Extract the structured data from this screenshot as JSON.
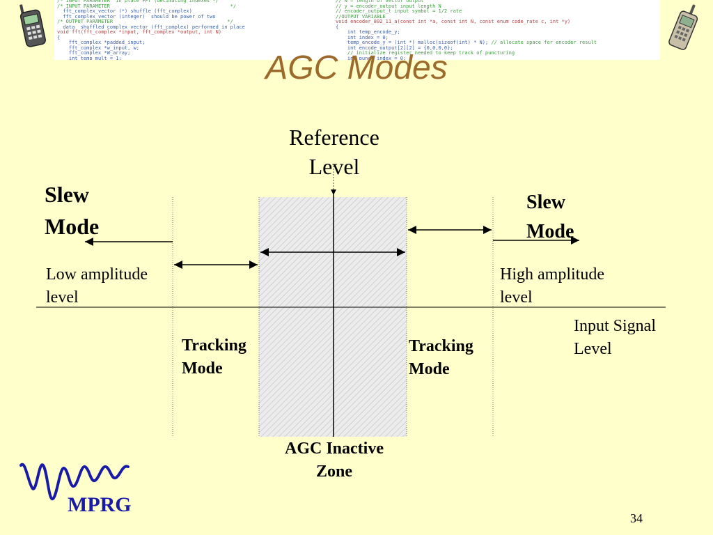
{
  "slide": {
    "title": "AGC Modes",
    "page_number": "34"
  },
  "labels": {
    "reference_level": "Reference\nLevel",
    "slew_mode_left": "Slew\nMode",
    "slew_mode_right": "Slew\nMode",
    "low_amplitude": "Low amplitude\nlevel",
    "high_amplitude": "High amplitude\nlevel",
    "input_signal_level": "Input Signal\nLevel",
    "tracking_mode_left": "Tracking\nMode",
    "tracking_mode_right": "Tracking\nMode",
    "agc_inactive_zone": "AGC Inactive\nZone"
  },
  "logo": {
    "text": "MPRG"
  },
  "colors": {
    "background": "#ffffcc",
    "title": "#9c6b2c",
    "logo": "#1a1aa8",
    "zone_fill": "#e8e8e8"
  }
}
